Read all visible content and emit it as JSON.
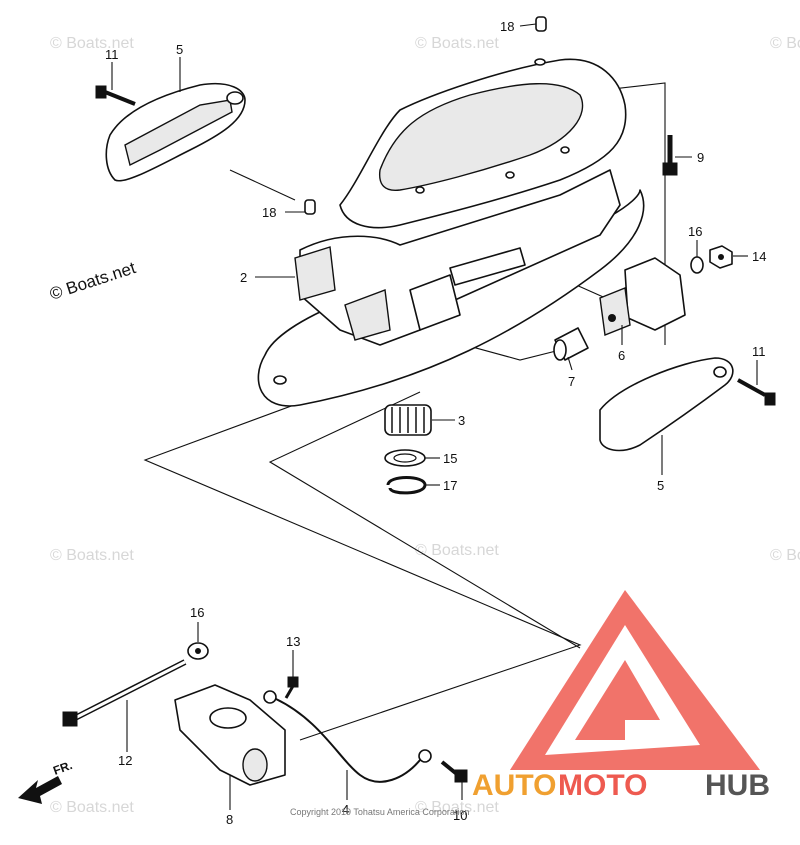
{
  "watermarks": {
    "main": "© Boats.net",
    "faint": "© Boats.net"
  },
  "copyright": "Copyright 2019 Tohatsu America Corporation",
  "direction_label": "FR.",
  "brand_logo": {
    "word_auto": "AUTO",
    "word_moto": "MOTO",
    "word_hub": "HUB",
    "colors": {
      "auto": "#f0a030",
      "moto": "#ee5a50",
      "hub": "#555555",
      "triangle": "#ee5a50"
    }
  },
  "callouts": {
    "c18_top": "18",
    "c11_top": "11",
    "c5_top": "5",
    "c9": "9",
    "c18_mid": "18",
    "c16_right": "16",
    "c14": "14",
    "c2": "2",
    "c6": "6",
    "c7": "7",
    "c11_right": "11",
    "c3": "3",
    "c15": "15",
    "c17": "17",
    "c5_right": "5",
    "c16_bottom": "16",
    "c13": "13",
    "c12": "12",
    "c8": "8",
    "c4": "4",
    "c10": "10"
  }
}
